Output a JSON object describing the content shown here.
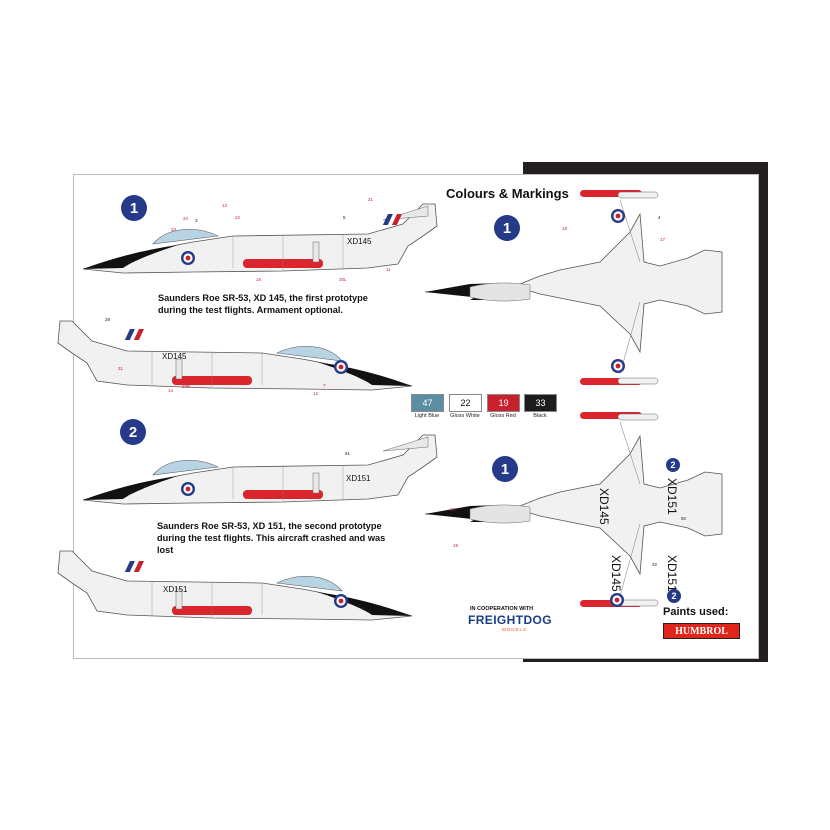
{
  "header": {
    "title": "Colours & Markings"
  },
  "schemes": [
    {
      "number": "1",
      "caption_line1": "Saunders Roe SR-53, XD 145, the first prototype",
      "caption_line2": "during the test flights. Armament optional.",
      "caption_line3": "",
      "serial": "XD145"
    },
    {
      "number": "2",
      "caption_line1": "Saunders Roe SR-53, XD 151, the second prototype",
      "caption_line2": "during the test flights. This aircraft crashed and was",
      "caption_line3": "lost",
      "serial": "XD151"
    }
  ],
  "paints": [
    {
      "code": "47",
      "name": "Light  Blue",
      "color": "#5b8ea3",
      "text_color": "#ffffff"
    },
    {
      "code": "22",
      "name": "Gloss White",
      "color": "#ffffff",
      "text_color": "#111111"
    },
    {
      "code": "19",
      "name": "Gloss Red",
      "color": "#c8202c",
      "text_color": "#ffffff"
    },
    {
      "code": "33",
      "name": "Black",
      "color": "#1c1c1c",
      "text_color": "#ffffff"
    }
  ],
  "cooperation": {
    "label": "IN COOPERATION WITH",
    "brand": "FREIGHTDOG",
    "sub": "MODELS"
  },
  "paints_used": {
    "label": "Paints used:",
    "brand": "HUMBROL"
  },
  "plan_badges": {
    "top": "1",
    "bottom": "1",
    "small_1": "2",
    "small_2": "2"
  },
  "callouts": {
    "a": "33",
    "b": "24",
    "c": "3",
    "d": "13",
    "e": "22",
    "f": "5",
    "g": "21",
    "h": "11",
    "i": "16",
    "j": "20L",
    "k": "28",
    "l": "31",
    "m": "14",
    "n": "20R",
    "o": "7",
    "p": "12",
    "q": "17",
    "r": "18",
    "s": "4",
    "t": "51",
    "u": "26",
    "v": "19",
    "w": "32",
    "x": "50"
  },
  "colors": {
    "roundel_blue": "#263a8a",
    "roundel_red": "#c8202c",
    "missile_red": "#d9252b",
    "body": "#f1f1f1",
    "canopy": "#b7d3e4"
  }
}
